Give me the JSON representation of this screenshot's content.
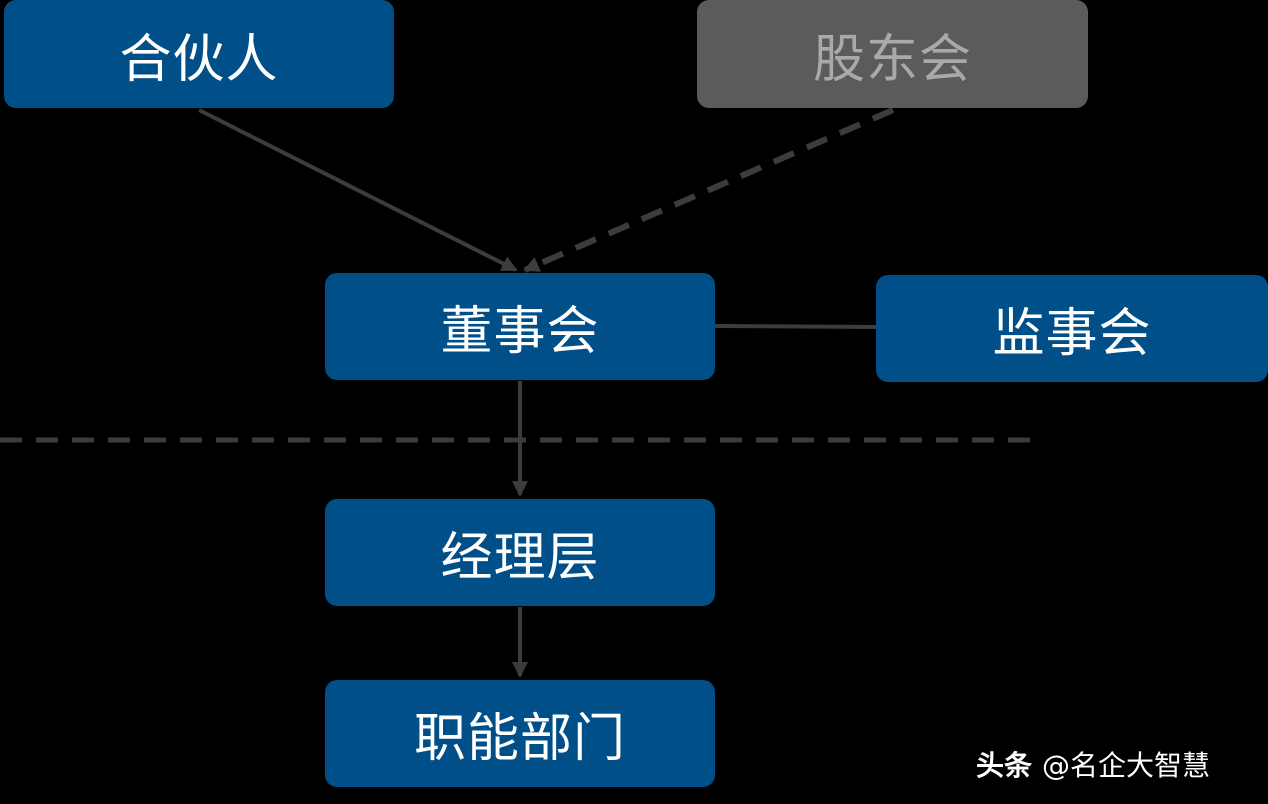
{
  "nodes": {
    "partner": "合伙人",
    "shareholders": "股东会",
    "board": "董事会",
    "supervisors": "监事会",
    "management": "经理层",
    "departments": "职能部门"
  },
  "watermark": {
    "logo": "头条",
    "handle": "@名企大智慧"
  },
  "colors": {
    "background": "#000000",
    "node_blue": "#004f88",
    "node_gray": "#5b5b5b",
    "node_gray_text": "#a9a9a9",
    "connector": "#3a3a3a"
  }
}
